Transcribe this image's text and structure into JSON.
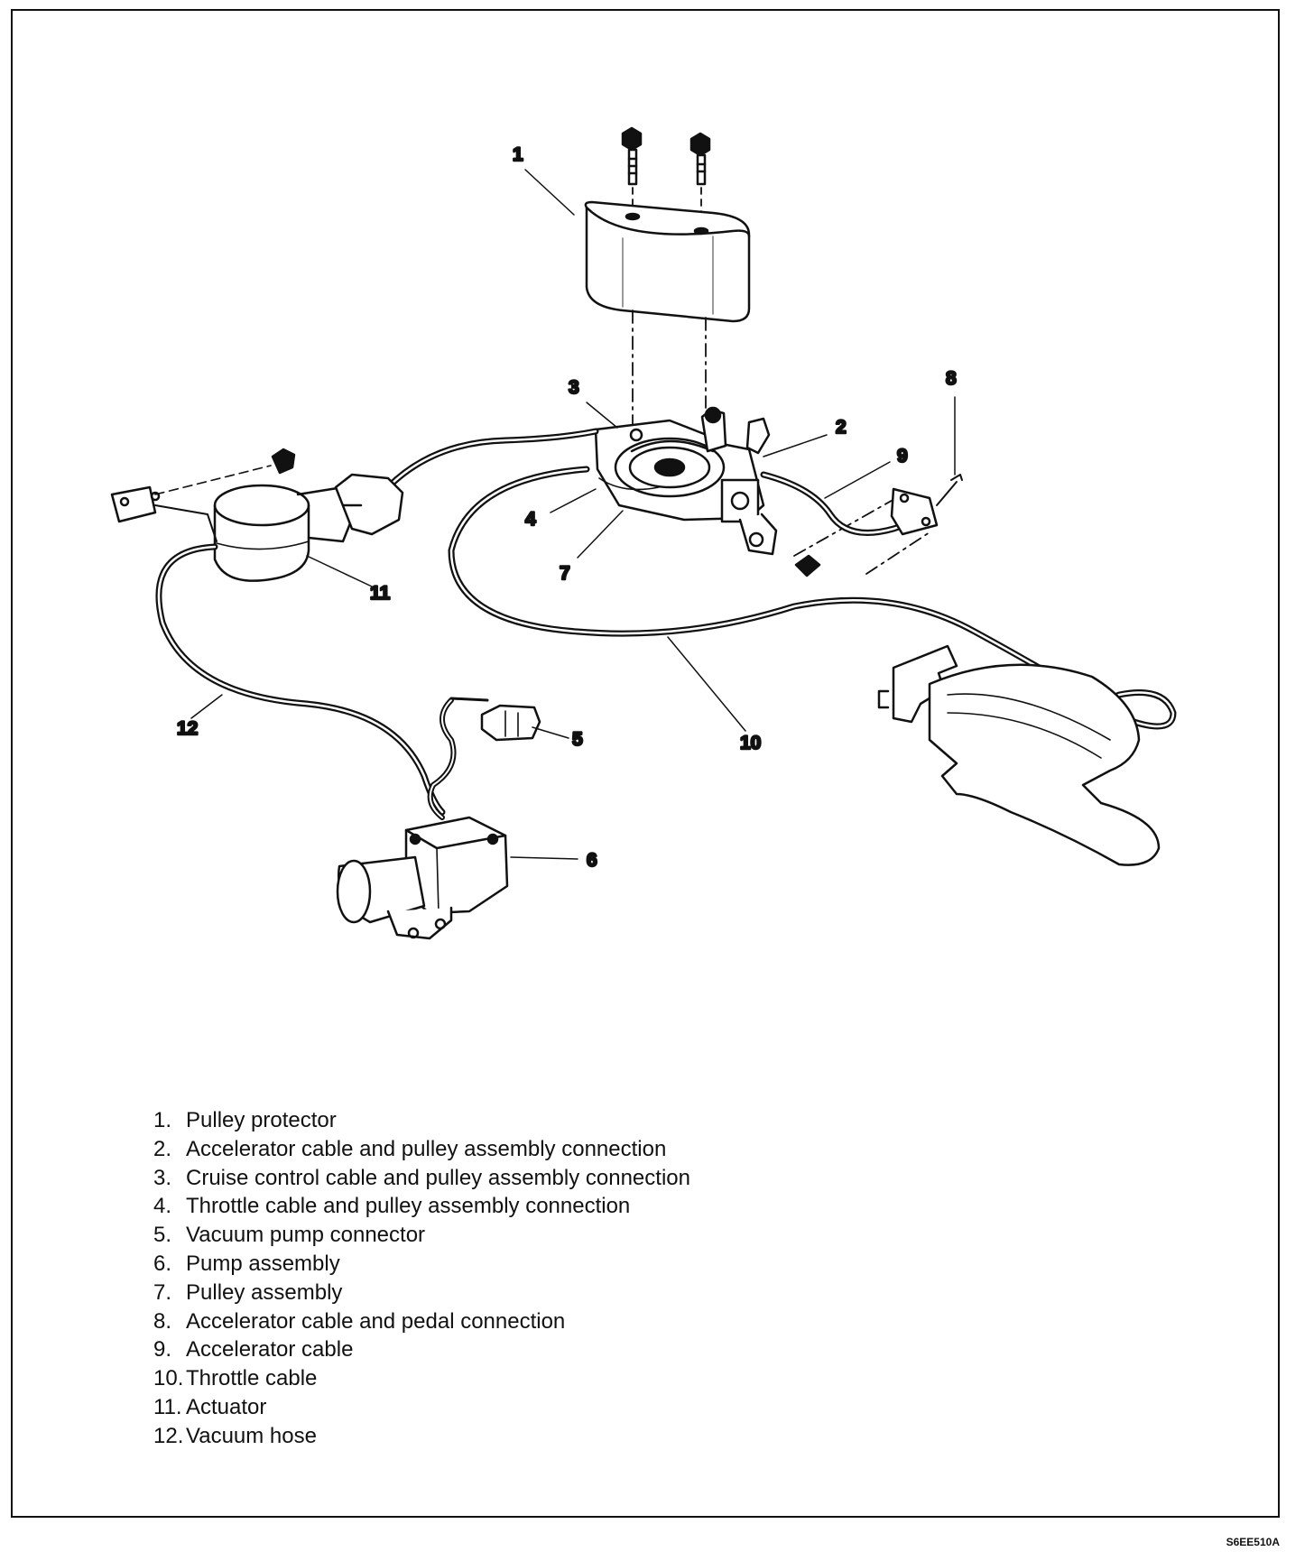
{
  "callouts": [
    {
      "id": "1",
      "text": "1"
    },
    {
      "id": "2",
      "text": "2"
    },
    {
      "id": "3",
      "text": "3"
    },
    {
      "id": "4",
      "text": "4"
    },
    {
      "id": "5",
      "text": "5"
    },
    {
      "id": "6",
      "text": "6"
    },
    {
      "id": "7",
      "text": "7"
    },
    {
      "id": "8",
      "text": "8"
    },
    {
      "id": "9",
      "text": "9"
    },
    {
      "id": "10",
      "text": "10"
    },
    {
      "id": "11",
      "text": "11"
    },
    {
      "id": "12",
      "text": "12"
    }
  ],
  "legend": [
    {
      "num": "1.",
      "label": "Pulley protector"
    },
    {
      "num": "2.",
      "label": "Accelerator cable and pulley assembly connection"
    },
    {
      "num": "3.",
      "label": "Cruise control cable and pulley assembly connection"
    },
    {
      "num": "4.",
      "label": "Throttle cable and pulley assembly connection"
    },
    {
      "num": "5.",
      "label": "Vacuum pump connector"
    },
    {
      "num": "6.",
      "label": "Pump assembly"
    },
    {
      "num": "7.",
      "label": "Pulley assembly"
    },
    {
      "num": "8.",
      "label": "Accelerator cable and pedal connection"
    },
    {
      "num": "9.",
      "label": "Accelerator cable"
    },
    {
      "num": "10.",
      "label": "Throttle cable"
    },
    {
      "num": "11.",
      "label": "Actuator"
    },
    {
      "num": "12.",
      "label": "Vacuum hose"
    }
  ],
  "figure_id": "S6EE510A"
}
